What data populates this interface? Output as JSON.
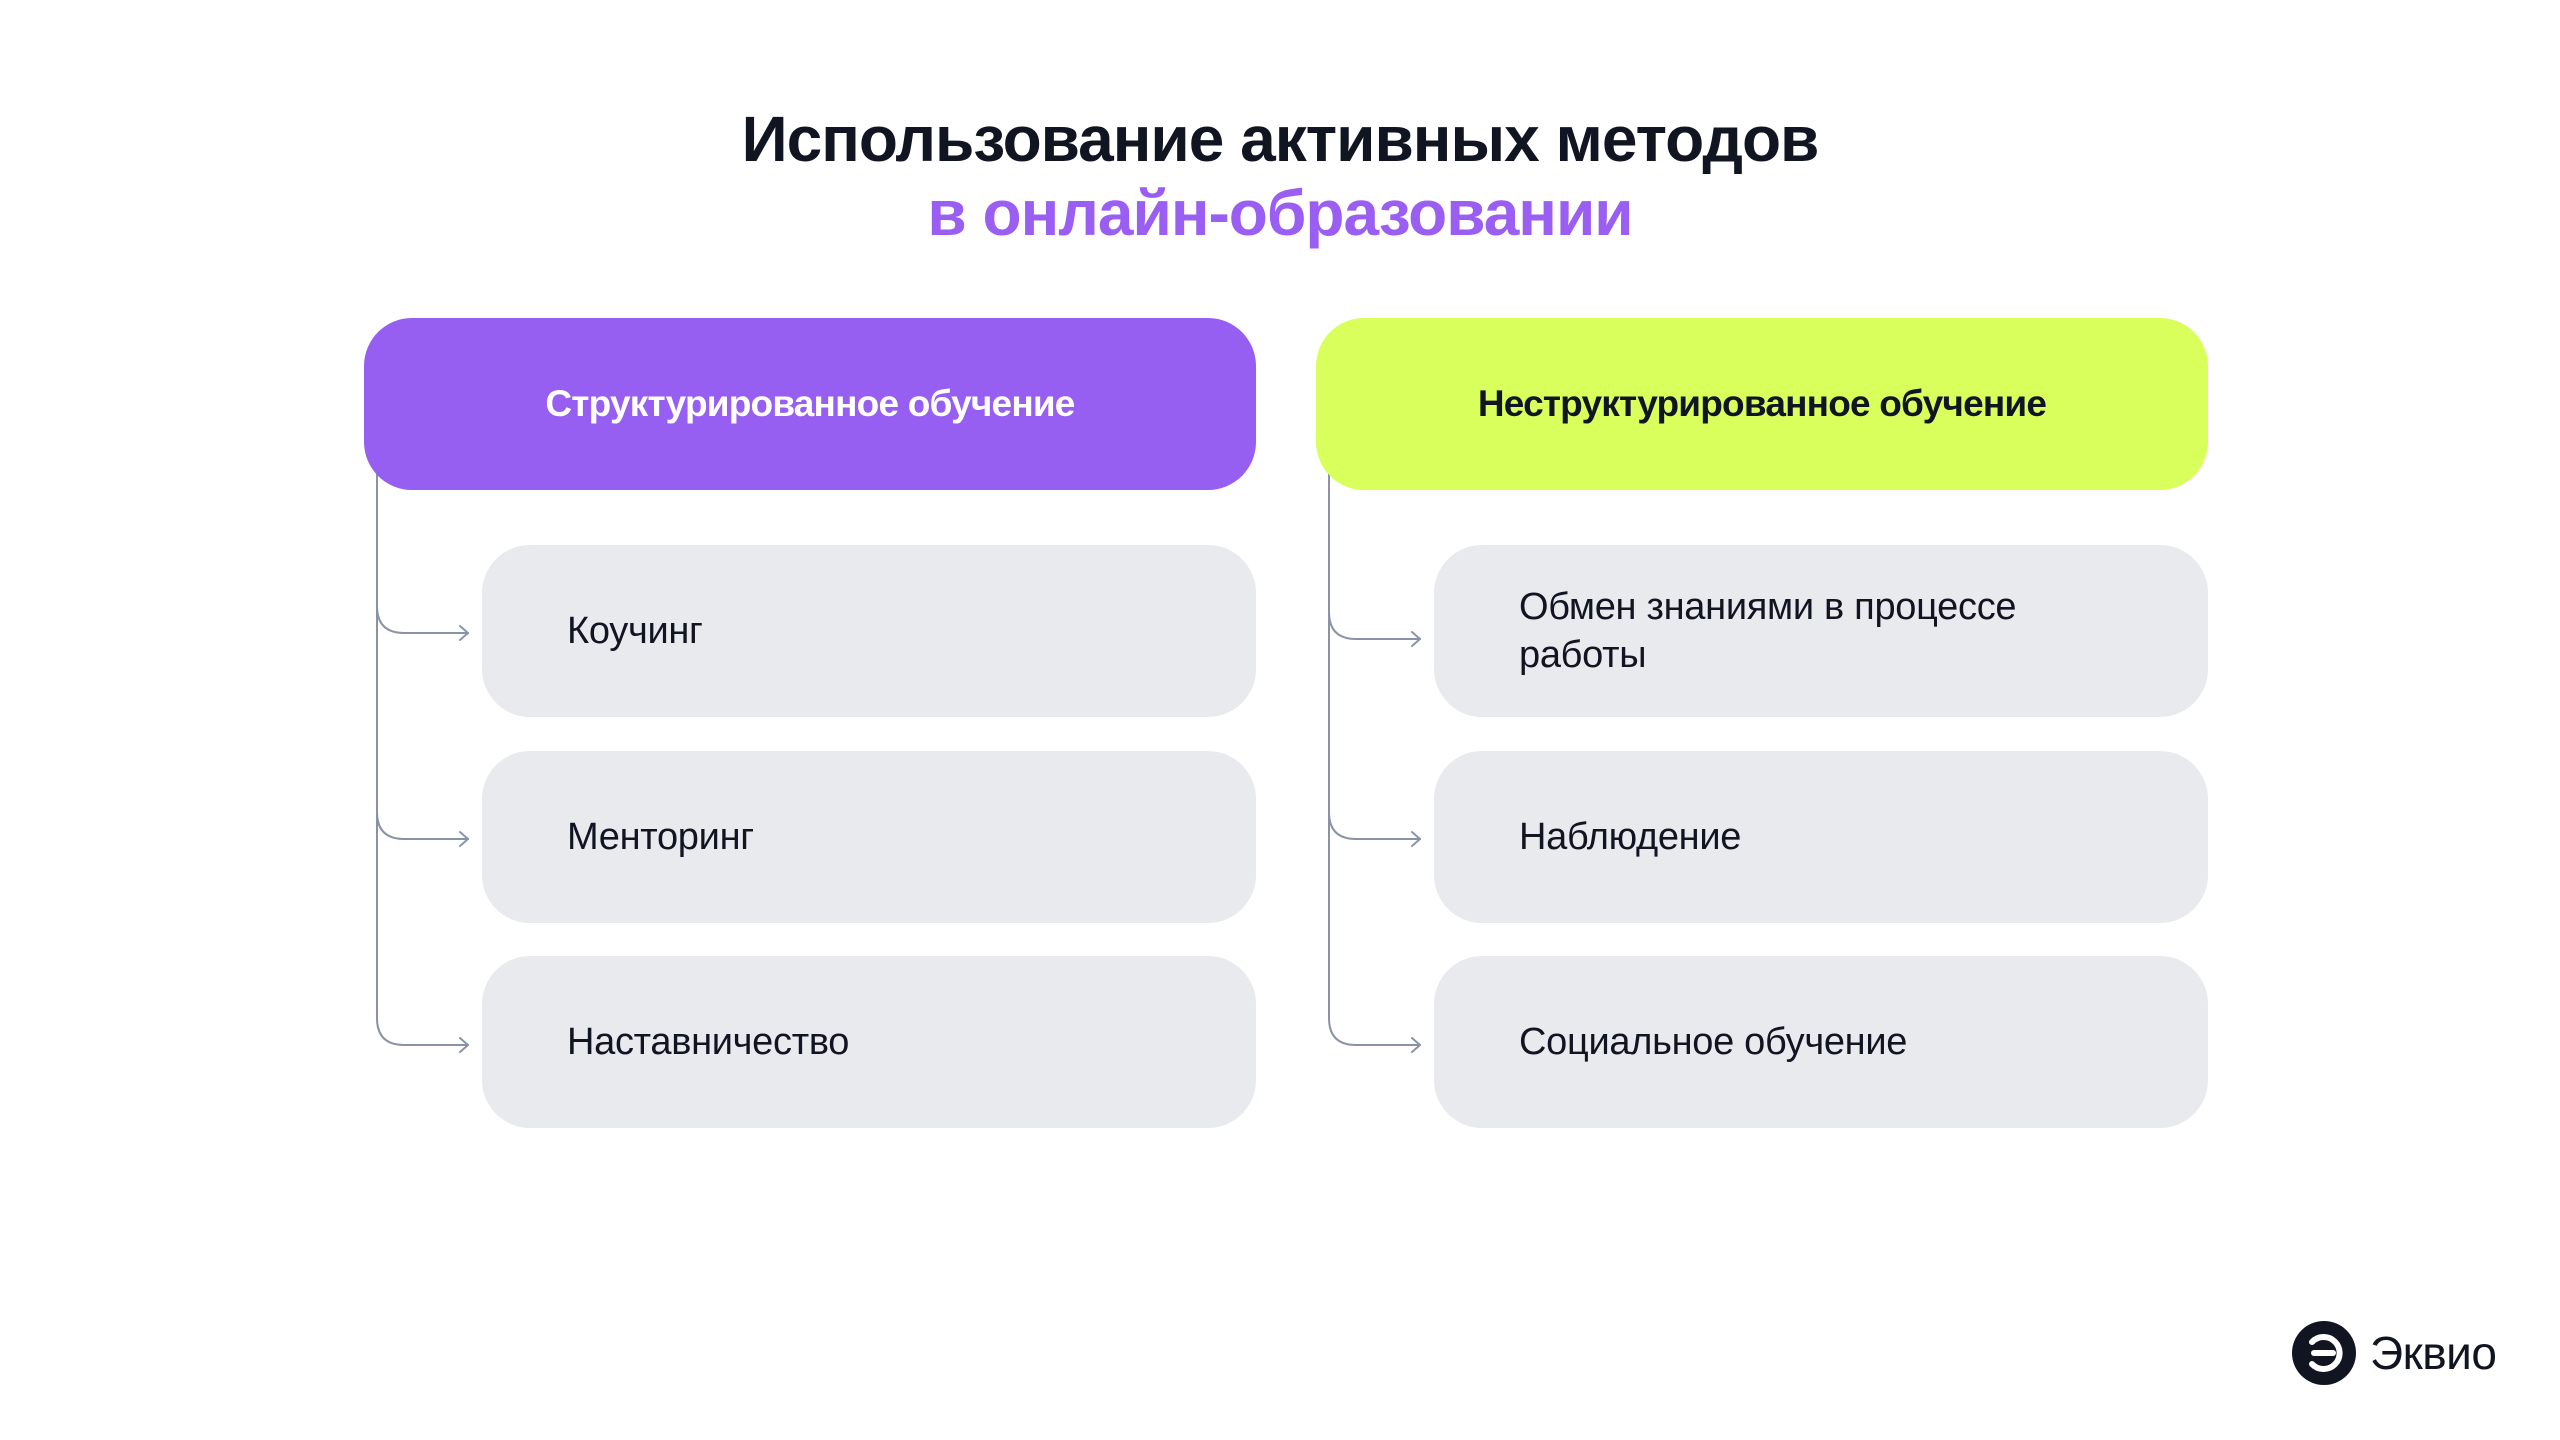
{
  "slide": {
    "title_line_1": "Использование активных методов",
    "title_line_2": "в онлайн-образовании"
  },
  "columns": [
    {
      "header": "Структурированное обучение",
      "header_color": "#975ef2",
      "items": [
        "Коучинг",
        "Менторинг",
        "Наставничество"
      ]
    },
    {
      "header": "Неструктурированное обучение",
      "header_color": "#d9ff5c",
      "items": [
        "Обмен знаниями в процессе работы",
        "Наблюдение",
        "Социальное обучение"
      ]
    }
  ],
  "colors": {
    "accent_purple": "#9a5ef2",
    "accent_lime": "#d9ff5c",
    "card_gray": "#e8eaee",
    "text_dark": "#111522",
    "connector": "#8a93a6"
  },
  "logo": {
    "icon": "ekvio-logo-icon",
    "text": "Эквио"
  }
}
